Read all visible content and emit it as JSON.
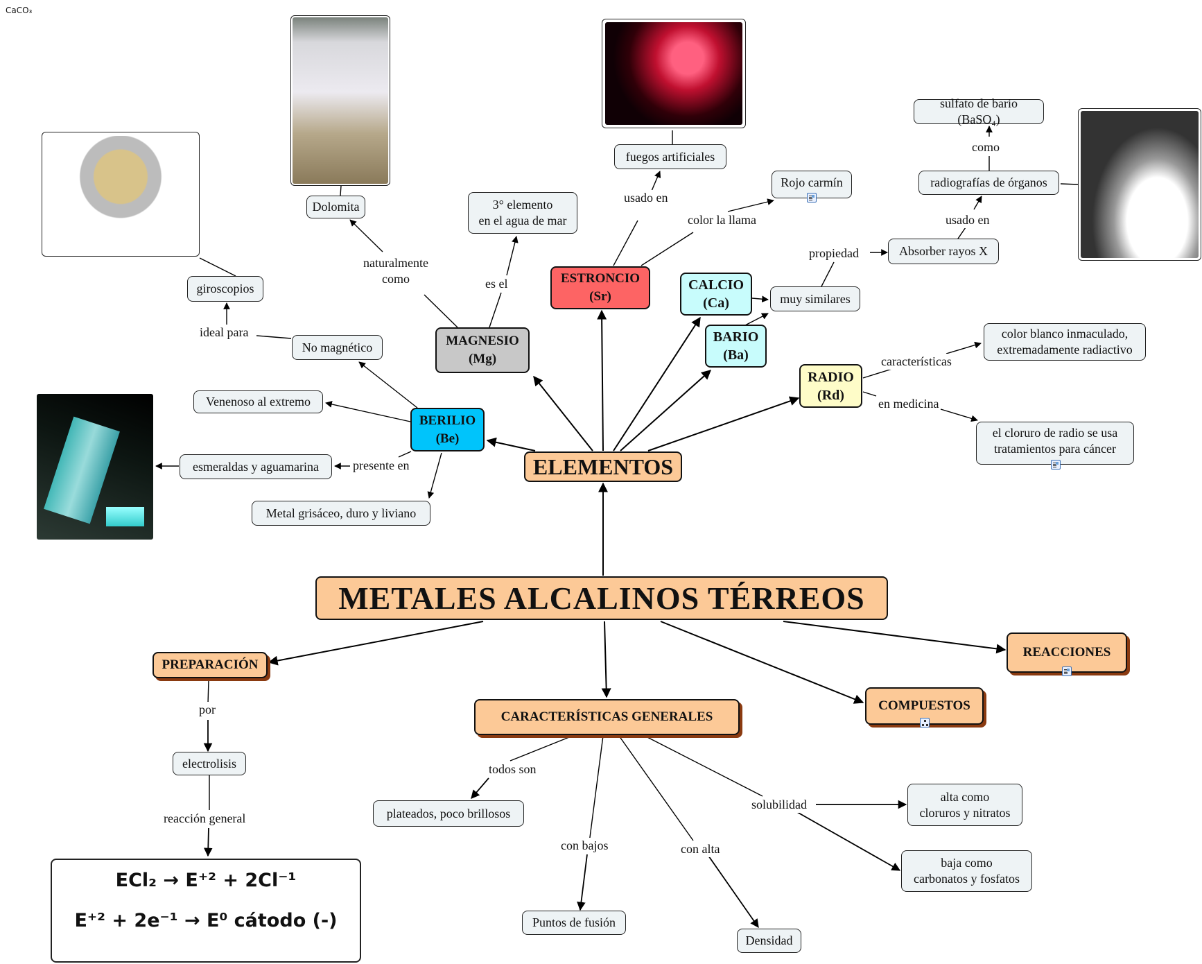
{
  "caption": "CaCO₃",
  "title": "METALES ALCALINOS TÉRREOS",
  "nodes": {
    "elementos": "ELEMENTOS",
    "preparacion": "PREPARACIÓN",
    "caracteristicas": "CARACTERÍSTICAS GENERALES",
    "compuestos": "COMPUESTOS",
    "reacciones": "REACCIONES",
    "berilio": "BERILIO\n(Be)",
    "magnesio": "MAGNESIO\n(Mg)",
    "estroncio": "ESTRONCIO\n(Sr)",
    "calcio": "CALCIO\n(Ca)",
    "bario": "BARIO\n(Ba)",
    "radio": "RADIO\n(Rd)",
    "giroscopios": "giroscopios",
    "no_magnetico": "No magnético",
    "venenoso": "Venenoso al extremo",
    "esmeraldas": "esmeraldas y aguamarina",
    "metal_grisaceo": "Metal grisáceo, duro y liviano",
    "dolomita": "Dolomita",
    "tercer_elemento": "3° elemento\nen el agua de mar",
    "fuegos": "fuegos artificiales",
    "rojo_carmin": "Rojo carmín",
    "muy_similares": "muy similares",
    "absorber": "Absorber rayos X",
    "radiografias": "radiografías de órganos",
    "sulfato": "sulfato de bario (BaSO₄)",
    "color_blanco": "color blanco inmaculado,\nextremadamente radiactivo",
    "cloruro_radio": "el cloruro de radio se usa\ntratamientos para cáncer",
    "electrolisis": "electrolisis",
    "plateados": "plateados, poco brillosos",
    "puntos_fusion": "Puntos de fusión",
    "densidad": "Densidad",
    "alta_como": "alta como\ncloruros y nitratos",
    "baja_como": "baja como\ncarbonatos y fosfatos"
  },
  "labels": {
    "ideal_para": "ideal para",
    "presente_en": "presente en",
    "naturalmente": "naturalmente\ncomo",
    "es_el": "es el",
    "usado_en_sr": "usado en",
    "color_llama": "color la llama",
    "propiedad": "propiedad",
    "usado_en_ba": "usado en",
    "como": "como",
    "caracteristicas": "características",
    "en_medicina": "en  medicina",
    "por": "por",
    "reaccion_general": "reacción general",
    "todos_son": "todos son",
    "con_bajos": "con bajos",
    "con_alta": "con alta",
    "solubilidad": "solubilidad"
  },
  "equation": {
    "line1": "ECl₂ → E⁺² + 2Cl⁻¹",
    "line2": "E⁺² + 2e⁻¹ → E⁰  cátodo (-)"
  },
  "images": [
    "gyroscope-photo",
    "dolomite-photo",
    "fireworks-photo",
    "xray-photo",
    "aquamarine-photo"
  ],
  "colors": {
    "orange": "#fcc997",
    "berilio": "#00c4fb",
    "magnesio": "#c8c8c8",
    "estroncio": "#fd6464",
    "calcio_bario": "#c8fcfc",
    "radio": "#fefcc8",
    "leaf": "#eef3f5"
  }
}
